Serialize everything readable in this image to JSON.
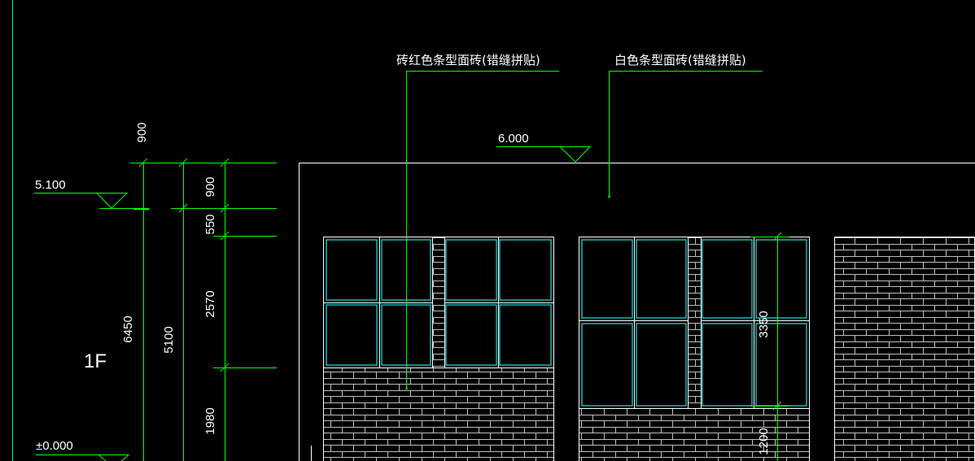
{
  "drawing": {
    "background": "#000000",
    "colors": {
      "green": "#00ff00",
      "white": "#ffffff",
      "cyan": "#22e0e0",
      "brick": "#bfbfbf",
      "cyan_border": "#00c8c8"
    },
    "callouts": {
      "left": "砖红色条型面砖(错缝拼贴)",
      "right": "白色条型面砖(错缝拼贴)"
    },
    "elevations": {
      "roof": "6.000",
      "level2": "5.100",
      "ground": "±0.000"
    },
    "floor_label": "1F",
    "dimensions": {
      "top": "900",
      "seg1": "900",
      "seg2": "550",
      "seg3": "2570",
      "seg4": "1980",
      "total": "6450",
      "span": "5100",
      "window_h": "3350",
      "lower": "1200"
    }
  }
}
